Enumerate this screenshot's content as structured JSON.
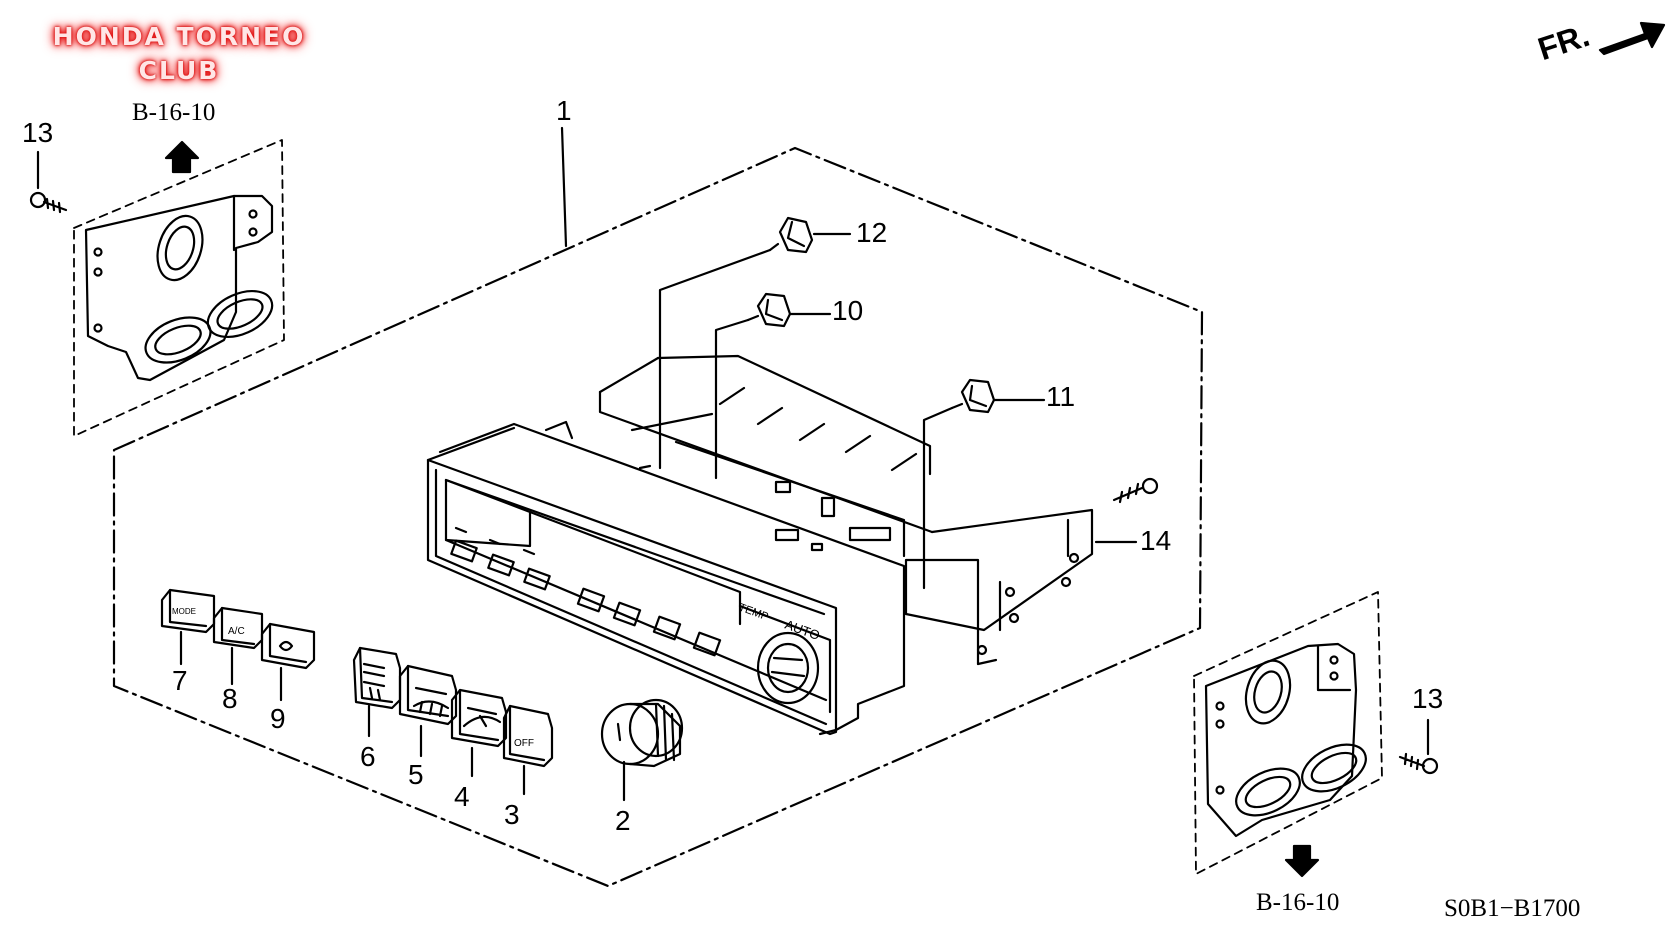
{
  "watermark": {
    "line1": "HONDA TORNEO",
    "line2": "CLUB"
  },
  "orientation": {
    "label": "FR."
  },
  "refs": {
    "top_left": "B-16-10",
    "bottom_right": "B-16-10",
    "diagram_code": "S0B1−B1700"
  },
  "panel_text": {
    "temp": "TEMP",
    "auto": "AUTO"
  },
  "button_text": {
    "mode": "MODE",
    "ac": "A/C",
    "off": "OFF"
  },
  "callouts": {
    "c1": "1",
    "c2": "2",
    "c3": "3",
    "c4": "4",
    "c5": "5",
    "c6": "6",
    "c7": "7",
    "c8": "8",
    "c9": "9",
    "c10": "10",
    "c11": "11",
    "c12": "12",
    "c13a": "13",
    "c13b": "13",
    "c14": "14"
  }
}
